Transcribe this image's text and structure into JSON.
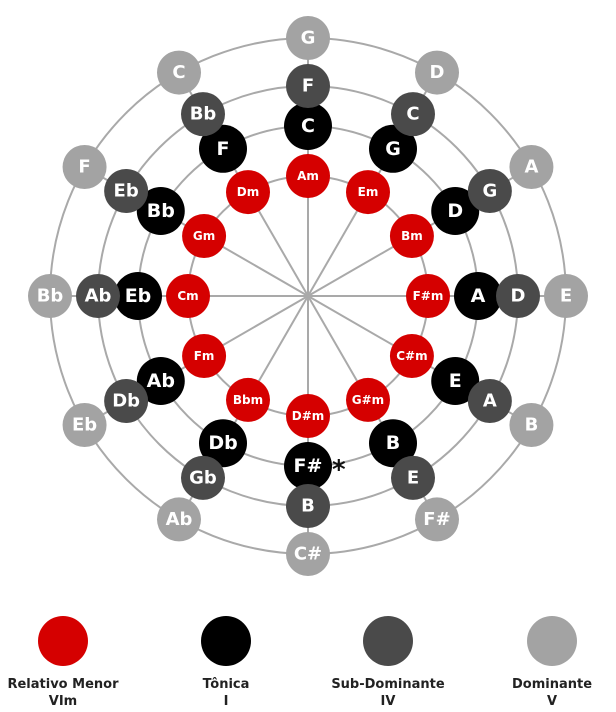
{
  "colors": {
    "relative_minor": "#d50000",
    "tonic": "#000000",
    "subdominant": "#4a4a4a",
    "dominant": "#a3a3a3",
    "rings": "#a9a9a9"
  },
  "rings": {
    "relative_minor": [
      "Am",
      "Em",
      "Bm",
      "F#m",
      "C#m",
      "G#m",
      "D#m",
      "Bbm",
      "Fm",
      "Cm",
      "Gm",
      "Dm"
    ],
    "tonic": [
      "C",
      "G",
      "D",
      "A",
      "E",
      "B",
      "F#",
      "Db",
      "Ab",
      "Eb",
      "Bb",
      "F"
    ],
    "subdominant": [
      "F",
      "C",
      "G",
      "D",
      "A",
      "E",
      "B",
      "Gb",
      "Db",
      "Ab",
      "Eb",
      "Bb"
    ],
    "dominant": [
      "G",
      "D",
      "A",
      "E",
      "B",
      "F#",
      "C#",
      "Ab",
      "Eb",
      "Bb",
      "F",
      "C"
    ]
  },
  "asterisk": "*",
  "legend": [
    {
      "key": "relative_minor",
      "label": "Relativo Menor",
      "sub": "VIm"
    },
    {
      "key": "tonic",
      "label": "Tônica",
      "sub": "I"
    },
    {
      "key": "subdominant",
      "label": "Sub-Dominante",
      "sub": "IV"
    },
    {
      "key": "dominant",
      "label": "Dominante",
      "sub": "V"
    }
  ]
}
